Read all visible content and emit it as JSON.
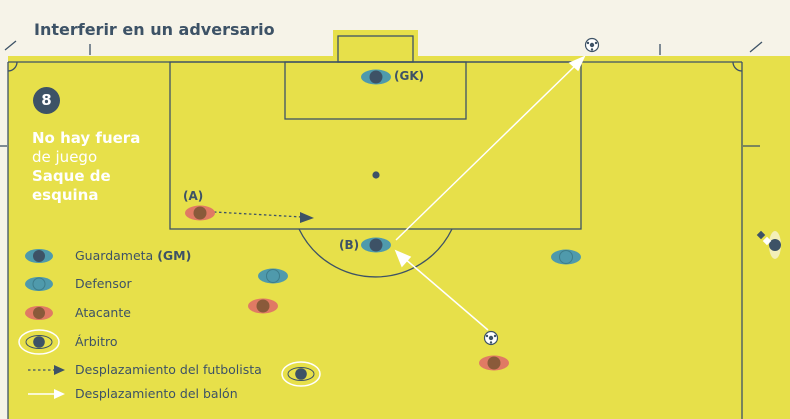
{
  "title": "Interferir en un adversario",
  "scenario": {
    "number": "8",
    "line1": "No hay fuera",
    "line2": "de juego",
    "line3": "Saque de",
    "line4": "esquina"
  },
  "labels": {
    "goalkeeper": "(GK)",
    "attacker_a": "(A)",
    "defender_b": "(B)"
  },
  "legend": {
    "goalkeeper": "Guardameta",
    "goalkeeper_abbr": "(GM)",
    "defender": "Defensor",
    "attacker": "Atacante",
    "referee": "Árbitro",
    "player_movement": "Desplazamiento del futbolista",
    "ball_movement": "Desplazamiento del balón"
  },
  "colors": {
    "pitch": "#e7e04a",
    "lines": "#3d5266",
    "goalkeeper": "#3d5266",
    "defender": "#4f9aac",
    "attacker": "#b8673c",
    "text_white": "#ffffff"
  }
}
